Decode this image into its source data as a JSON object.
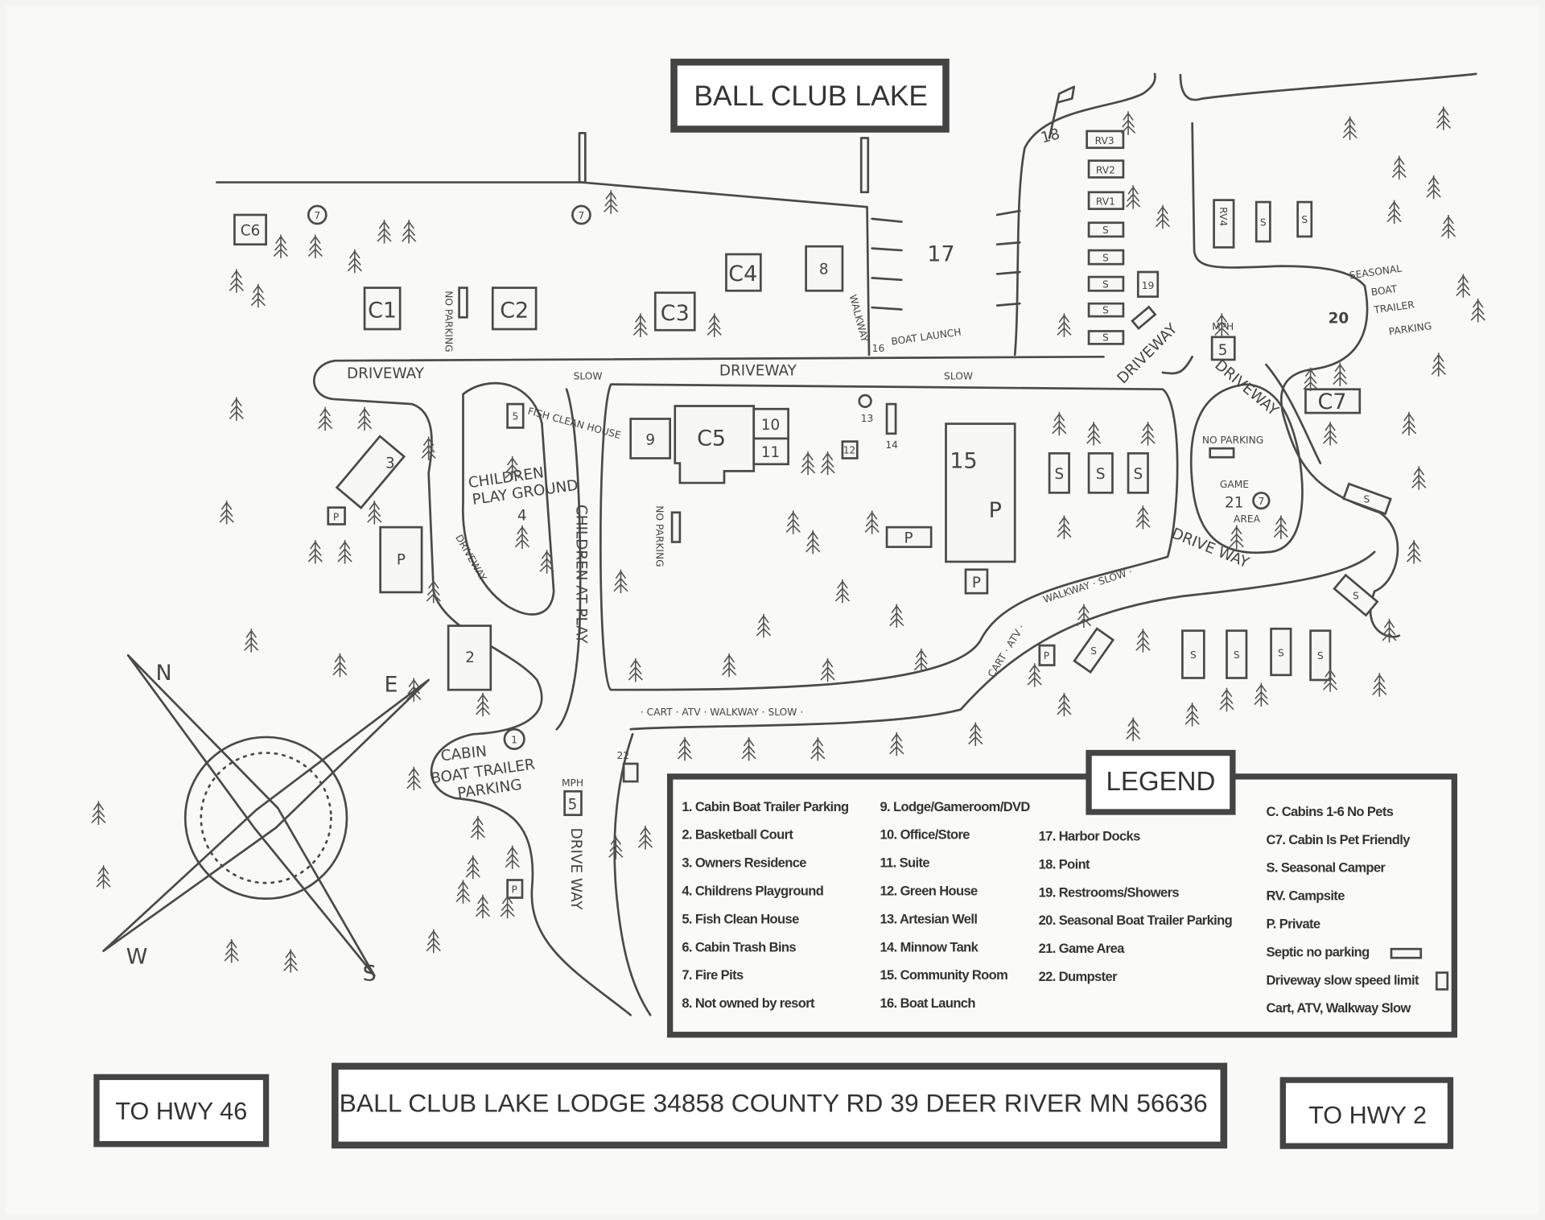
{
  "title": "BALL CLUB LAKE",
  "map": {
    "c6": "C6",
    "c1": "C1",
    "c2": "C2",
    "c3": "C3",
    "c4": "C4",
    "c5": "C5",
    "c7": "C7",
    "n8": "8",
    "n17": "17",
    "n16": "16",
    "n18": "18",
    "n19": "19",
    "n20": "20",
    "n9": "9",
    "n10": "10",
    "n11": "11",
    "n12": "12",
    "n13": "13",
    "n14": "14",
    "n15": "15",
    "n2": "2",
    "n3": "3",
    "n22": "22",
    "fire": "7",
    "boat_launch": "BOAT LAUNCH",
    "walkway": "WALKWAY",
    "rv1": "RV1",
    "rv2": "RV2",
    "rv3": "RV3",
    "rv4": "RV4",
    "s": "S",
    "p": "P",
    "mph": "MPH",
    "speed": "5",
    "driveway": "DRIVEWAY",
    "drive_way": "DRIVE WAY",
    "slow": "SLOW",
    "no_parking": "NO PARKING",
    "seasonal1": "SEASONAL",
    "seasonal2": "BOAT",
    "seasonal3": "TRAILER",
    "seasonal4": "PARKING",
    "game1": "GAME",
    "game2": "21",
    "game3": "AREA",
    "fish": "FISH CLEAN HOUSE",
    "n5": "5",
    "play1": "CHILDREN",
    "play2": "PLAY GROUND",
    "play3": "4",
    "children_at_play": "CHILDREN AT PLAY",
    "cabin1": "CABIN",
    "cabin1n": "1",
    "cabin2": "BOAT TRAILER",
    "cabin3": "PARKING",
    "cart1": "· CART · ATV · WALKWAY · SLOW ·",
    "cart2": "CART · ATV ·",
    "cart3": "WALKWAY · SLOW ·"
  },
  "compass": {
    "n": "N",
    "e": "E",
    "s": "S",
    "w": "W"
  },
  "legend": {
    "title": "LEGEND",
    "col1": [
      "1. Cabin Boat Trailer Parking",
      "2. Basketball Court",
      "3. Owners Residence",
      "4. Childrens Playground",
      "5. Fish Clean House",
      "6. Cabin Trash Bins",
      "7. Fire Pits",
      "8. Not owned by resort"
    ],
    "col2": [
      "9. Lodge/Gameroom/DVD",
      "10. Office/Store",
      "11. Suite",
      "12. Green House",
      "13. Artesian Well",
      "14. Minnow Tank",
      "15. Community Room",
      "16. Boat Launch"
    ],
    "col3": [
      "17. Harbor Docks",
      "18. Point",
      "19. Restrooms/Showers",
      "20. Seasonal Boat Trailer Parking",
      "21. Game Area",
      "22. Dumpster"
    ],
    "col4": [
      "C. Cabins 1-6 No Pets",
      "C7. Cabin Is Pet Friendly",
      "S. Seasonal Camper",
      "RV. Campsite",
      "P. Private",
      "Septic no parking",
      "Driveway slow speed limit",
      "Cart, ATV, Walkway Slow"
    ]
  },
  "bottom": {
    "left": "TO HWY 46",
    "address": "BALL CLUB LAKE LODGE 34858 COUNTY RD 39 DEER RIVER MN 56636",
    "right": "TO HWY 2"
  }
}
